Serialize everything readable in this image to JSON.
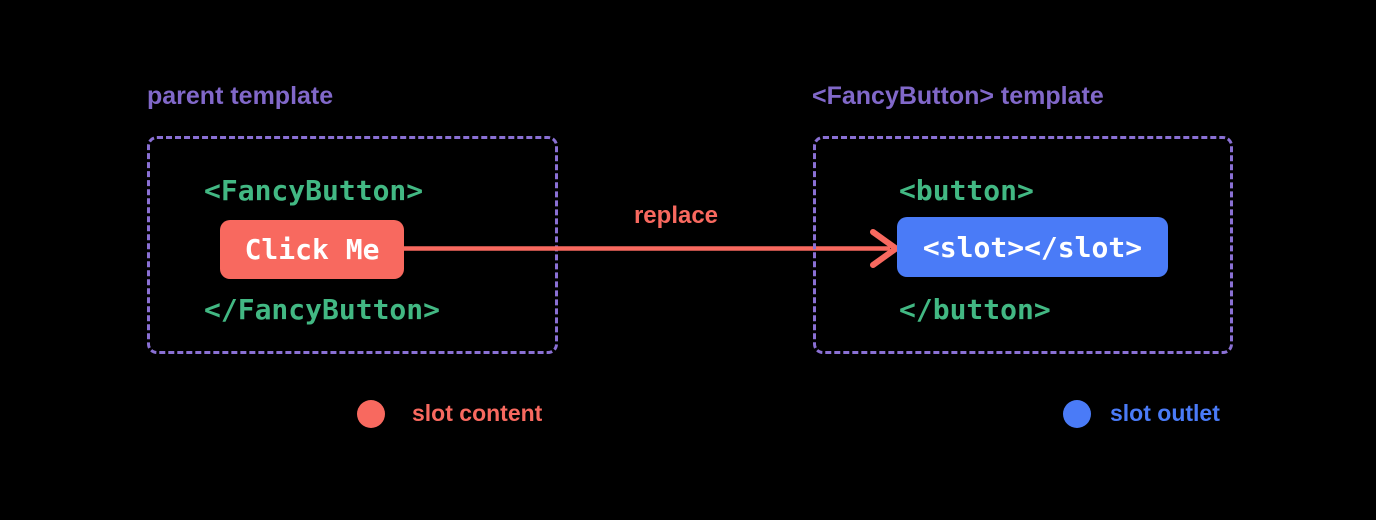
{
  "diagram": {
    "title_context": "Vue slots diagram",
    "left_panel": {
      "title": "parent template",
      "code_open": "<FancyButton>",
      "button_label": "Click Me",
      "code_close": "</FancyButton>"
    },
    "arrow": {
      "label": "replace"
    },
    "right_panel": {
      "title": "<FancyButton> template",
      "code_open": "<button>",
      "slot_label": "<slot></slot>",
      "code_close": "</button>"
    },
    "legend": {
      "content": {
        "label": "slot content",
        "color": "#f8695f"
      },
      "outlet": {
        "label": "slot outlet",
        "color": "#4a7bf7"
      }
    },
    "colors": {
      "background": "#000000",
      "purple_text": "#8168c9",
      "purple_border": "#8a70d4",
      "code_green": "#42b883",
      "accent_red": "#f8695f",
      "accent_blue": "#4a7bf7",
      "button_text": "#ffffff"
    }
  }
}
